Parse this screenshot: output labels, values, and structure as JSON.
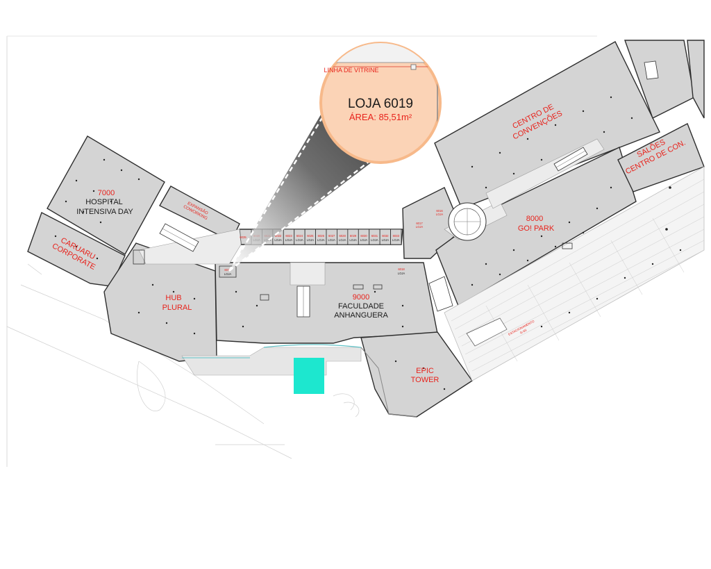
{
  "zoom": {
    "vitrine": "LINHA DE VITRINE",
    "title": "LOJA 6019",
    "area": "ÁREA: 85,51m²"
  },
  "colors": {
    "floor": "#d4d4d4",
    "wall": "#2e2e2e",
    "label_red": "#e8221b",
    "zoom_fill": "#fbd3b6",
    "zoom_ring": "#f7b98a",
    "highlight": "#1de7cf"
  },
  "areas": {
    "hospital": {
      "number": "7000",
      "line1": "HOSPITAL",
      "line2": "INTENSIVA DAY"
    },
    "caruaru": {
      "line1": "CARUARU",
      "line2": "CORPORATE"
    },
    "expansao": {
      "line1": "EXPANSÃO",
      "line2": "COWORKING"
    },
    "hub": {
      "line1": "HUB",
      "line2": "PLURAL"
    },
    "faculdade": {
      "number": "9000",
      "line1": "FACULDADE",
      "line2": "ANHANGUERA"
    },
    "epic": {
      "line1": "EPIC",
      "line2": "TOWER"
    },
    "centro": {
      "line1": "CENTRO DE",
      "line2": "CONVENÇÕES"
    },
    "saloes": {
      "line1": "SALÕES",
      "line2": "CENTRO DE CON."
    },
    "gopark": {
      "number": "8000",
      "line1": "GO! PARK"
    },
    "estacionamento": {
      "line1": "ESTACIONAMENTO",
      "line2": "G-03"
    }
  },
  "stores": {
    "loja_word": "LOJA",
    "items": [
      "6020",
      "6021",
      "6022",
      "6023",
      "6024",
      "6025",
      "6026",
      "6027",
      "6028",
      "6029",
      "6030",
      "6031",
      "6032",
      "6033"
    ],
    "store_6019": "6019",
    "store_6016": "6016",
    "store_6017": "6017",
    "store_6018": "6018",
    "store_6035": "6035"
  }
}
